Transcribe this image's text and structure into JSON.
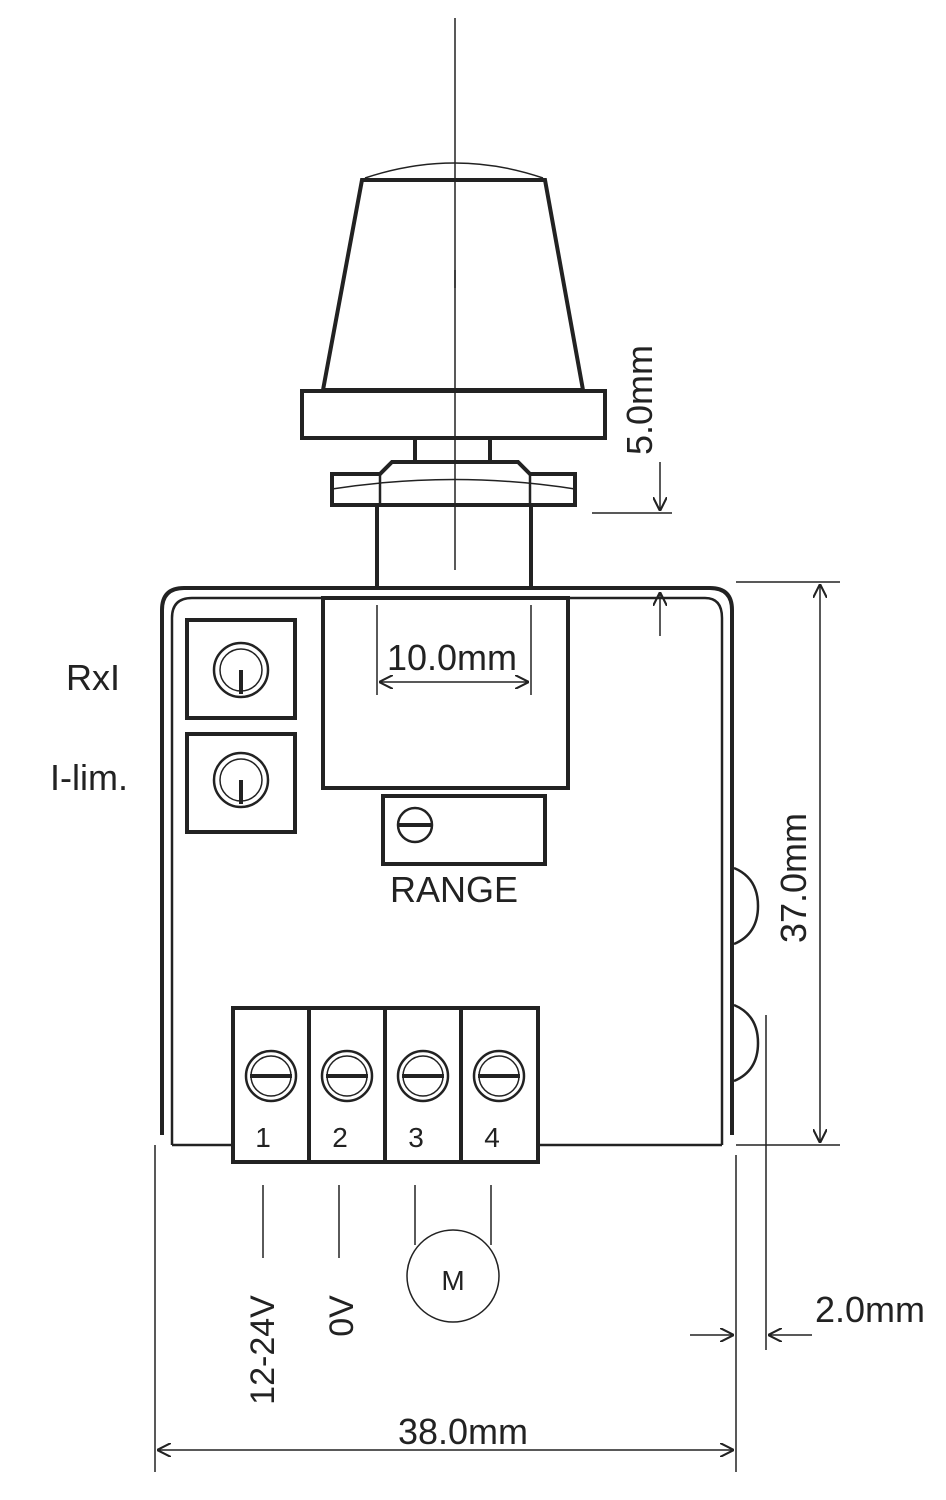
{
  "labels": {
    "rxi": "RxI",
    "ilim": "I-lim.",
    "range": "RANGE",
    "motor": "M",
    "supply": "12-24V",
    "ground": "0V"
  },
  "terminals": [
    "1",
    "2",
    "3",
    "4"
  ],
  "dimensions": {
    "stem_height": "5.0mm",
    "shaft_width": "10.0mm",
    "body_height": "37.0mm",
    "body_width": "38.0mm",
    "flange_offset": "2.0mm"
  }
}
